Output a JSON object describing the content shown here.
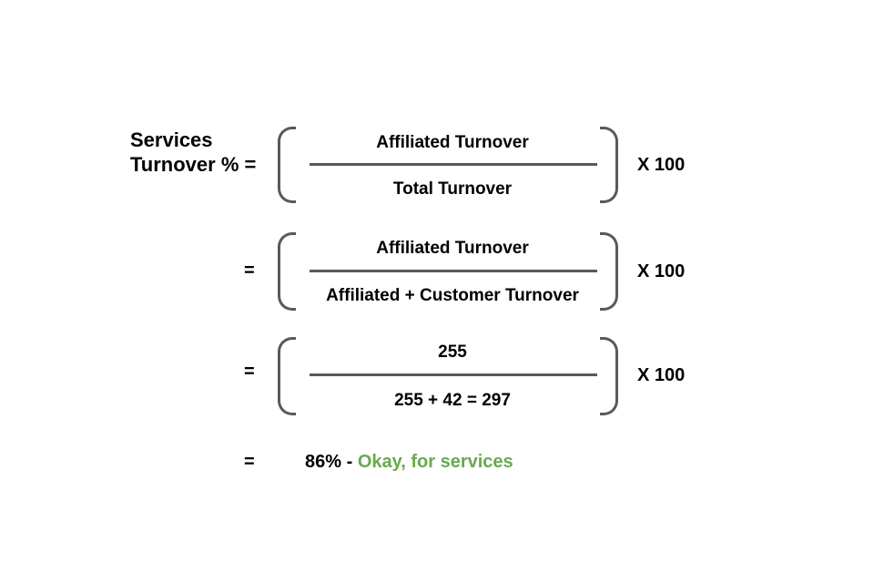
{
  "slide": {
    "label": {
      "line1": "Services",
      "line2": "Turnover % ="
    },
    "rows": [
      {
        "numerator": "Affiliated Turnover",
        "denominator": "Total Turnover",
        "multiplier": "X 100"
      },
      {
        "eq": "=",
        "numerator": "Affiliated Turnover",
        "denominator": "Affiliated + Customer Turnover",
        "multiplier": "X 100"
      },
      {
        "eq": "=",
        "numerator": "255",
        "denominator": "255 + 42 = 297",
        "multiplier": "X 100"
      }
    ],
    "result": {
      "eq": "=",
      "value": "86% -",
      "note": "Okay, for services"
    }
  },
  "colors": {
    "text": "#000000",
    "rule": "#595959",
    "highlight": "#6aa84f",
    "background": "#ffffff"
  }
}
